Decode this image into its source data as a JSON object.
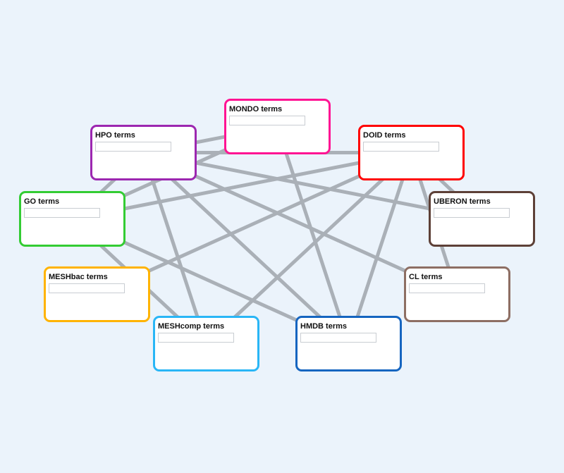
{
  "nodes": [
    {
      "id": "mondo",
      "label": "MONDO terms",
      "color": "#ff1493",
      "input_value": ""
    },
    {
      "id": "hpo",
      "label": "HPO terms",
      "color": "#9c27b0",
      "input_value": ""
    },
    {
      "id": "doid",
      "label": "DOID terms",
      "color": "#ff0000",
      "input_value": ""
    },
    {
      "id": "go",
      "label": "GO terms",
      "color": "#33cc33",
      "input_value": ""
    },
    {
      "id": "uberon",
      "label": "UBERON terms",
      "color": "#5d4037",
      "input_value": ""
    },
    {
      "id": "meshbac",
      "label": "MESHbac terms",
      "color": "#ffb300",
      "input_value": ""
    },
    {
      "id": "cl",
      "label": "CL terms",
      "color": "#8d6e63",
      "input_value": ""
    },
    {
      "id": "meshcomp",
      "label": "MESHcomp terms",
      "color": "#29b6f6",
      "input_value": ""
    },
    {
      "id": "hmdb",
      "label": "HMDB terms",
      "color": "#1565c0",
      "input_value": ""
    }
  ],
  "edges": [
    [
      "hpo",
      "mondo"
    ],
    [
      "hpo",
      "doid"
    ],
    [
      "hpo",
      "go"
    ],
    [
      "hpo",
      "uberon"
    ],
    [
      "hpo",
      "cl"
    ],
    [
      "hpo",
      "meshcomp"
    ],
    [
      "hpo",
      "hmdb"
    ],
    [
      "mondo",
      "go"
    ],
    [
      "mondo",
      "hmdb"
    ],
    [
      "doid",
      "go"
    ],
    [
      "doid",
      "meshbac"
    ],
    [
      "doid",
      "meshcomp"
    ],
    [
      "doid",
      "hmdb"
    ],
    [
      "doid",
      "uberon"
    ],
    [
      "doid",
      "cl"
    ],
    [
      "go",
      "meshcomp"
    ],
    [
      "go",
      "hmdb"
    ]
  ],
  "edge_color": "#aab0b7",
  "background": "#ebf3fb"
}
